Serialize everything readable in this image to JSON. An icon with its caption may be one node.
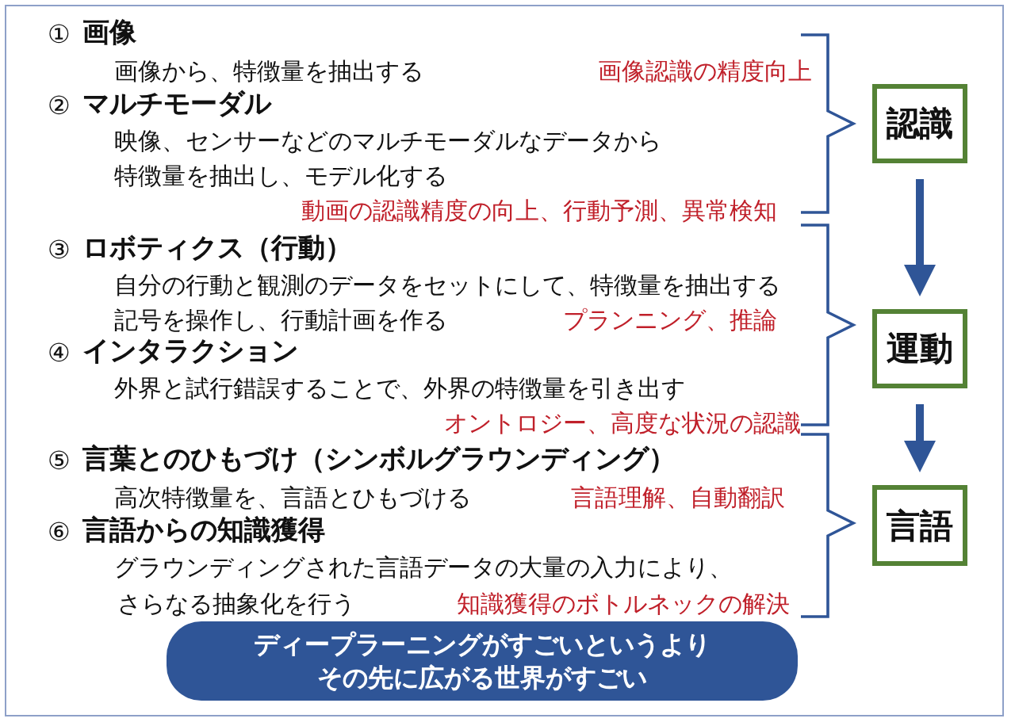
{
  "diagram": {
    "nodes": [
      {
        "text": [
          "認識"
        ]
      },
      {
        "text": [
          "運動"
        ]
      },
      {
        "text": [
          "言語"
        ]
      },
      {
        "text": [
          "ディープラーニングがすごいというよりその先に広がる世界がすごい"
        ]
      }
    ],
    "edges": [
      {
        "from": 0,
        "to": 1,
        "arrow": "to"
      },
      {
        "from": 1,
        "to": 2,
        "arrow": "to"
      }
    ],
    "labels": [
      "①",
      "画像",
      "画像から、特徴量を抽出する",
      "画像認識の精度向上",
      "②",
      "マルチモーダル",
      "映像、センサーなどのマルチモーダルなデータから",
      "特徴量を抽出し、モデル化する",
      "動画の認識精度の向上、行動予測、異常検知",
      "③",
      "ロボティクス（行動）",
      "自分の行動と観測のデータをセットにして、特徴量を抽出する",
      "記号を操作し、行動計画を作る",
      "プランニング、推論",
      "④",
      "インタラクション",
      "外界と試行錯誤することで、外界の特徴量を引き出す",
      "オントロジー、高度な状況の認識",
      "⑤",
      "言葉とのひもづけ（シンボルグラウンディング）",
      "高次特徴量を、言語とひもづける",
      "言語理解、自動翻訳",
      "⑥",
      "言語からの知識獲得",
      "グラウンディングされた言語データの大量の入力により、",
      "さらなる抽象化を行う",
      "知識獲得のボトルネックの解決"
    ]
  }
}
